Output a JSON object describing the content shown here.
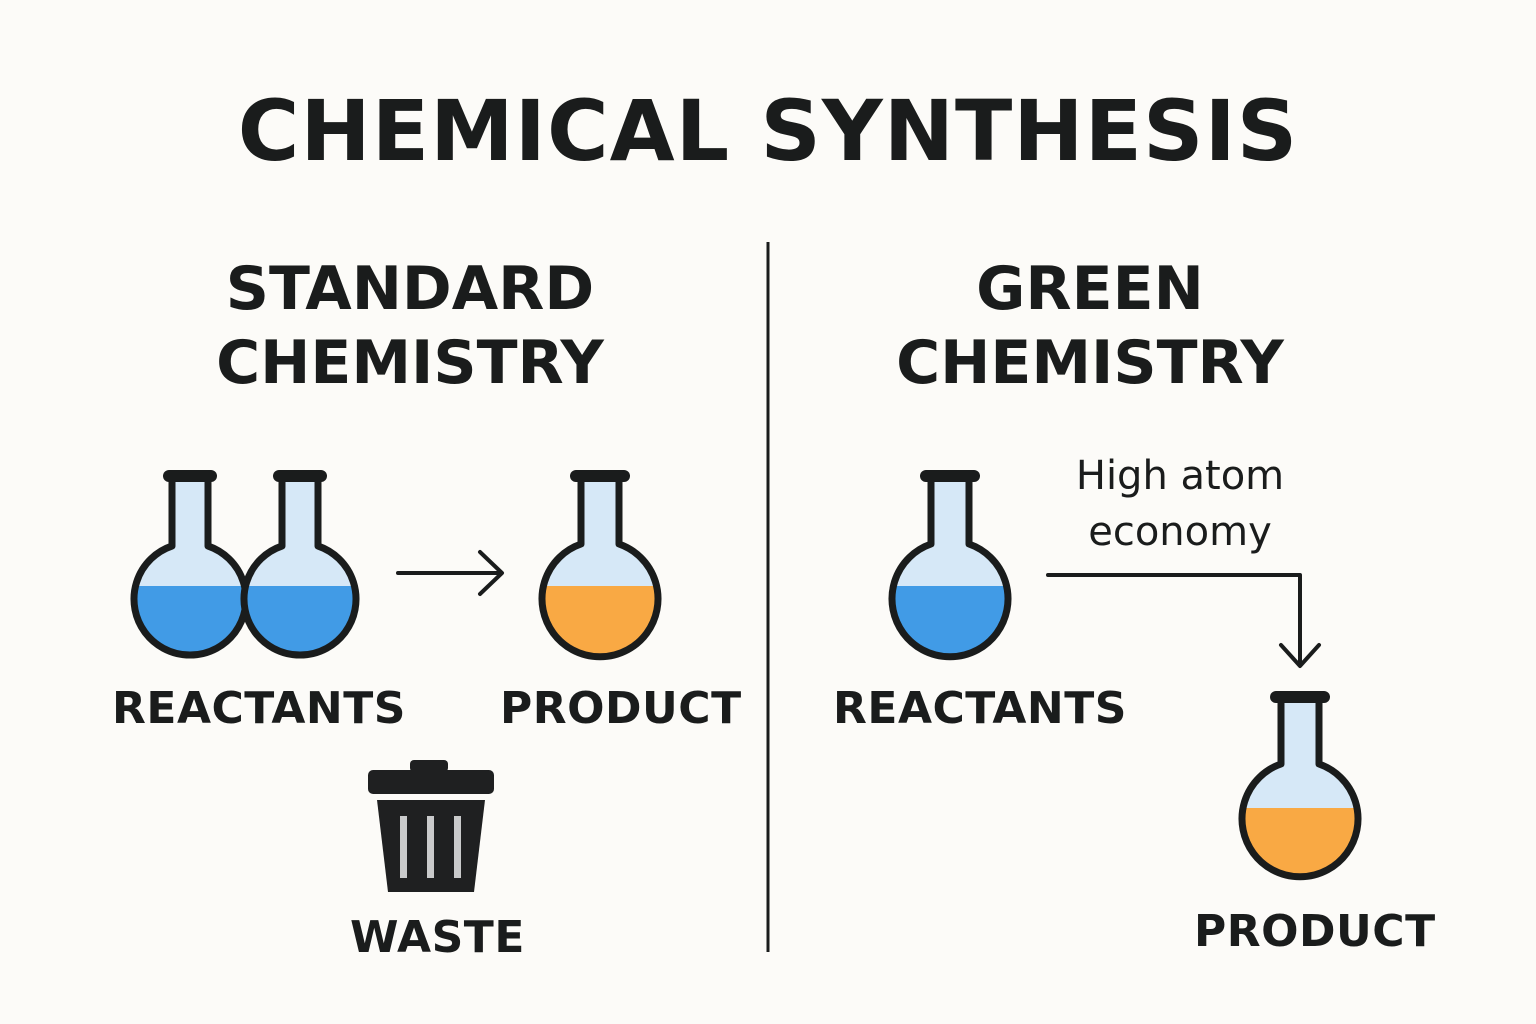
{
  "title": "CHEMICAL SYNTHESIS",
  "standard": {
    "heading_line1": "STANDARD",
    "heading_line2": "CHEMISTRY",
    "reactants_label": "REACTANTS",
    "product_label": "PRODUCT",
    "waste_label": "WASTE"
  },
  "green": {
    "heading_line1": "GREEN",
    "heading_line2": "CHEMISTRY",
    "annotation_line1": "High atom",
    "annotation_line2": "economy",
    "reactants_label": "REACTANTS",
    "product_label": "PRODUCT"
  },
  "colors": {
    "reactant_liquid": "#419be6",
    "product_liquid": "#f9a944",
    "glass": "#d6e8f7",
    "outline": "#1a1c1c",
    "trash": "#1f2021"
  },
  "icons": [
    "flask-icon",
    "trash-can-icon",
    "arrow-right-icon",
    "arrow-down-icon"
  ]
}
